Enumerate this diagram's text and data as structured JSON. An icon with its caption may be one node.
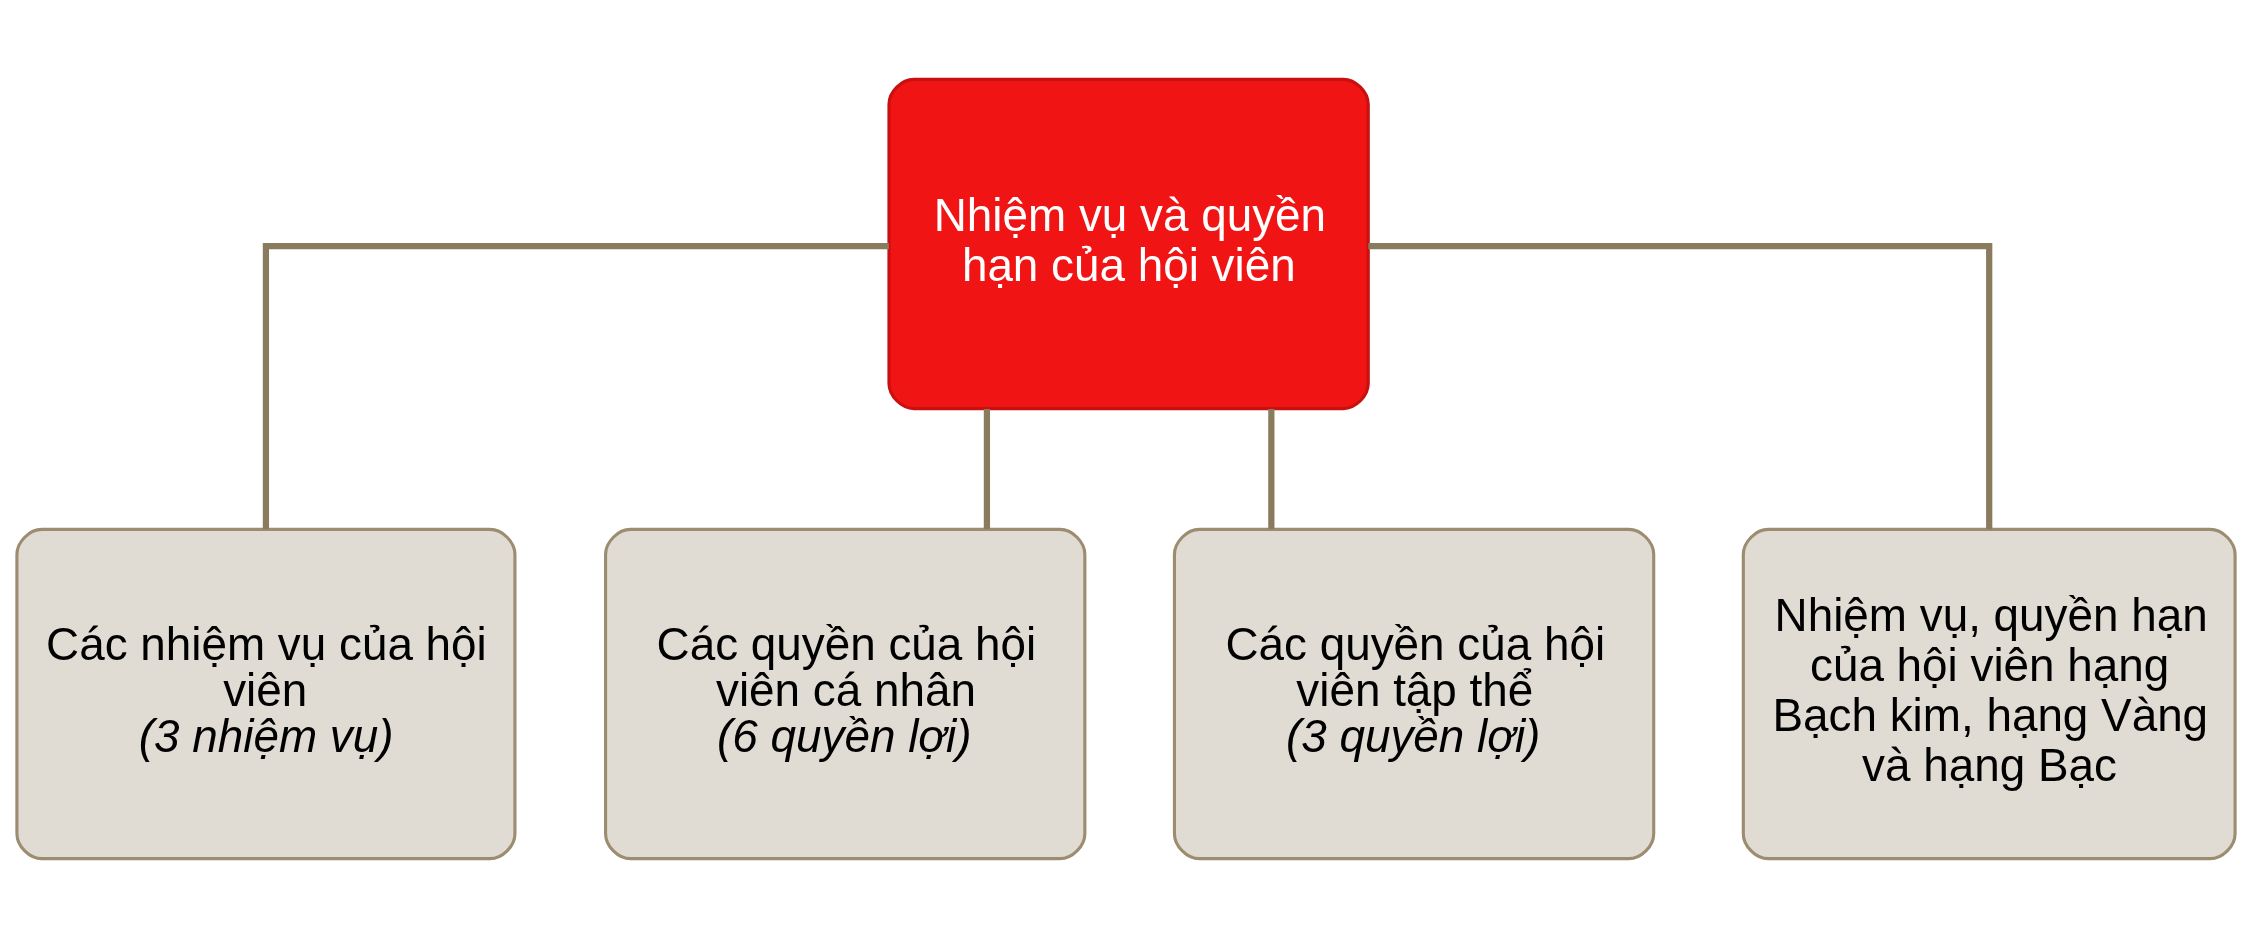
{
  "diagram": {
    "nodes": [
      {
        "text": [
          "Nhiệm vụ và quyền hạn của hội viên"
        ]
      },
      {
        "text": [
          "Các nhiệm vụ của hội viên",
          "(3 nhiệm vụ)"
        ]
      },
      {
        "text": [
          "Các quyền của hội viên cá nhân",
          "(6 quyền lợi)"
        ]
      },
      {
        "text": [
          "Các quyền của hội viên tập thể",
          "(3 quyền lợi)"
        ]
      },
      {
        "text": [
          "Nhiệm vụ, quyền hạn của hội viên hạng Bạch kim, hạng Vàng và hạng Bạc"
        ]
      }
    ],
    "edges": [
      {
        "from": 0,
        "to": 1,
        "arrow": "none"
      },
      {
        "from": 0,
        "to": 2,
        "arrow": "none"
      },
      {
        "from": 0,
        "to": 3,
        "arrow": "none"
      },
      {
        "from": 0,
        "to": 4,
        "arrow": "none"
      }
    ]
  }
}
